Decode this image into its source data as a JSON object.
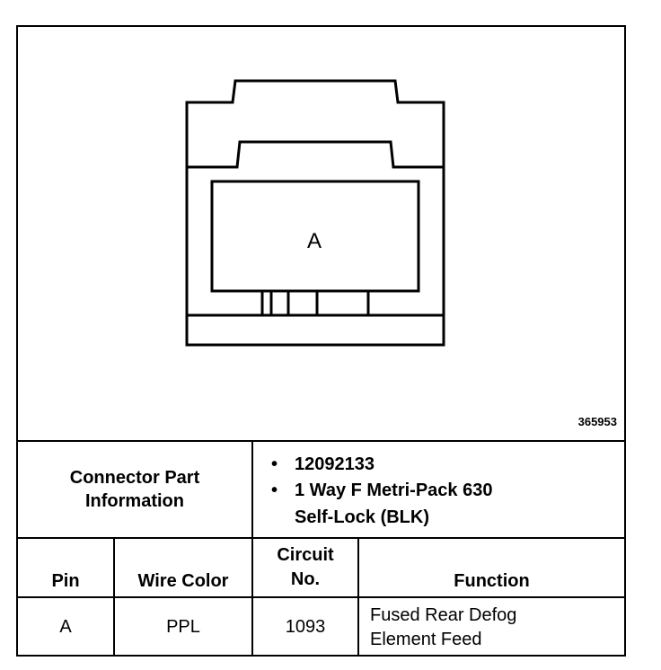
{
  "diagram": {
    "cavity_label": "A",
    "figure_id": "365953"
  },
  "connector_info": {
    "label_line1": "Connector Part",
    "label_line2": "Information",
    "bullet": "•",
    "items": [
      {
        "lines": [
          "12092133"
        ]
      },
      {
        "lines": [
          "1 Way F Metri-Pack 630",
          "Self-Lock (BLK)"
        ]
      }
    ]
  },
  "table": {
    "headers": {
      "pin": "Pin",
      "wire_color": "Wire Color",
      "circuit_line1": "Circuit",
      "circuit_line2": "No.",
      "function": "Function"
    },
    "rows": [
      {
        "pin": "A",
        "wire_color": "PPL",
        "circuit": "1093",
        "function_line1": "Fused Rear Defog",
        "function_line2": "Element Feed"
      }
    ]
  }
}
